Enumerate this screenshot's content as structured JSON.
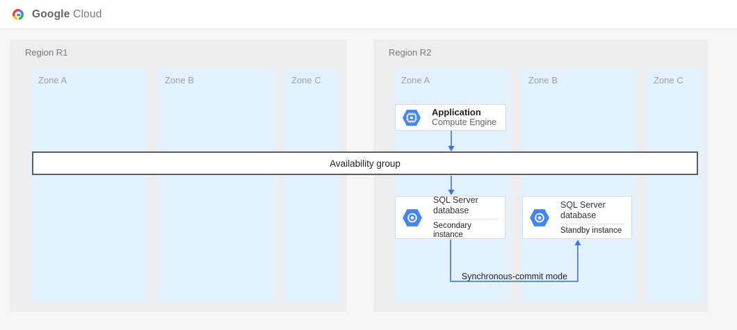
{
  "header": {
    "brand_google": "Google",
    "brand_cloud": "Cloud",
    "logo_icon": "google-cloud-logo"
  },
  "diagram": {
    "regions": [
      {
        "label": "Region R1",
        "zones": [
          "Zone A",
          "Zone B",
          "Zone C"
        ]
      },
      {
        "label": "Region R2",
        "zones": [
          "Zone A",
          "Zone B",
          "Zone C"
        ]
      }
    ],
    "availability_group": {
      "label": "Availability group"
    },
    "nodes": {
      "application": {
        "title": "Application",
        "subtitle": "Compute Engine",
        "icon": "compute-engine-icon"
      },
      "sql_secondary": {
        "title_line1": "SQL Server",
        "title_line2": "database",
        "instance": "Secondary instance",
        "icon": "sql-server-database-icon"
      },
      "sql_standby": {
        "title_line1": "SQL Server",
        "title_line2": "database",
        "instance": "Standby instance",
        "icon": "sql-server-database-icon"
      }
    },
    "connectors": {
      "app_to_group": "arrow-down",
      "group_to_sql": "arrow-down",
      "sync_commit_label": "Synchronous-commit mode"
    }
  },
  "colors": {
    "accent_blue": "#4285f4",
    "connector_blue": "#5b8bee",
    "arrowhead_blue": "#3b74e8",
    "zone_bg": "#e3f1fd",
    "region_bg": "#ededed",
    "band_border": "#595d62",
    "logo_red": "#ea4335",
    "logo_yellow": "#fbbc04",
    "logo_green": "#34a853"
  }
}
